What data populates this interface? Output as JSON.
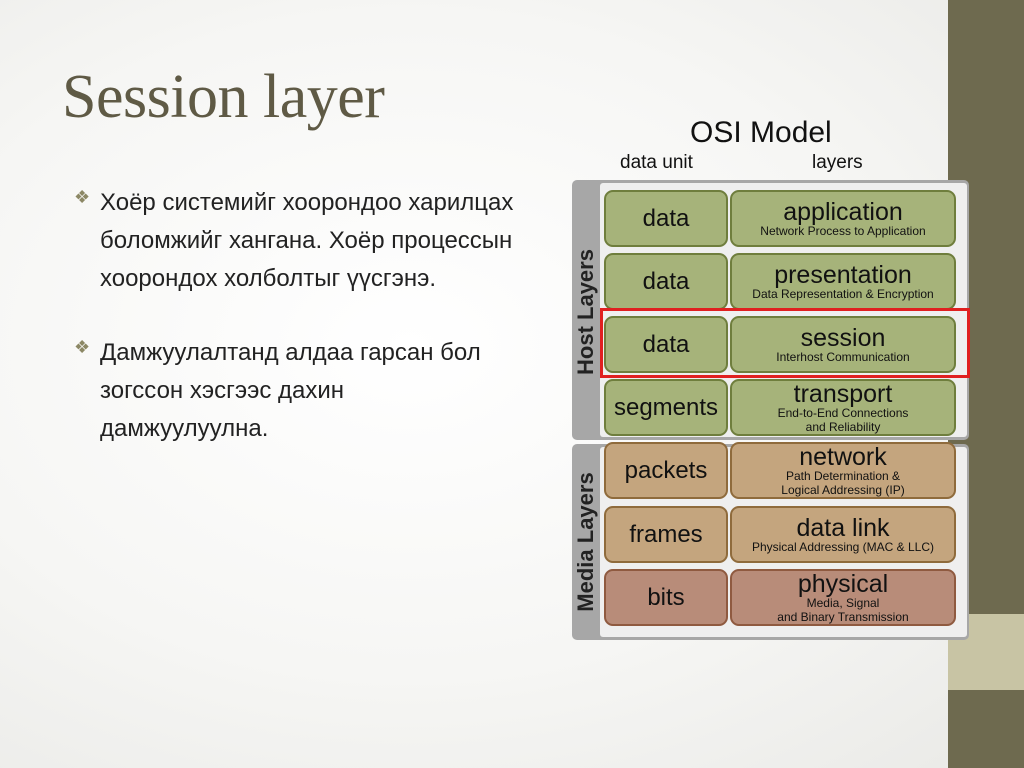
{
  "slide": {
    "title": "Session layer",
    "bullets": [
      {
        "icon": "diamond-bullet-icon",
        "text": "Хоёр системийг хоорондоо харилцах боломжийг хангана. Хоёр процессын хоорондох холболтыг үүсгэнэ."
      },
      {
        "icon": "diamond-bullet-icon",
        "text": "Дамжуулалтанд алдаа гарсан бол зогссон хэсгээс дахин дамжуулуулна."
      }
    ]
  },
  "osi": {
    "title": "OSI Model",
    "header_unit": "data unit",
    "header_layers": "layers",
    "host_label": "Host Layers",
    "media_label": "Media Layers",
    "highlighted_layer": "session",
    "rows": [
      {
        "unit": "data",
        "name": "application",
        "desc1": "Network Process to Application",
        "desc2": "",
        "color": "#a6b37a"
      },
      {
        "unit": "data",
        "name": "presentation",
        "desc1": "Data Representation & Encryption",
        "desc2": "",
        "color": "#a6b37a"
      },
      {
        "unit": "data",
        "name": "session",
        "desc1": "Interhost Communication",
        "desc2": "",
        "color": "#a6b37a"
      },
      {
        "unit": "segments",
        "name": "transport",
        "desc1": "End-to-End Connections",
        "desc2": "and Reliability",
        "color": "#a6b37a"
      },
      {
        "unit": "packets",
        "name": "network",
        "desc1": "Path Determination &",
        "desc2": "Logical Addressing (IP)",
        "color": "#c4a57e"
      },
      {
        "unit": "frames",
        "name": "data link",
        "desc1": "Physical Addressing (MAC & LLC)",
        "desc2": "",
        "color": "#c4a57e"
      },
      {
        "unit": "bits",
        "name": "physical",
        "desc1": "Media, Signal",
        "desc2": "and Binary Transmission",
        "color": "#b88c79"
      }
    ]
  }
}
